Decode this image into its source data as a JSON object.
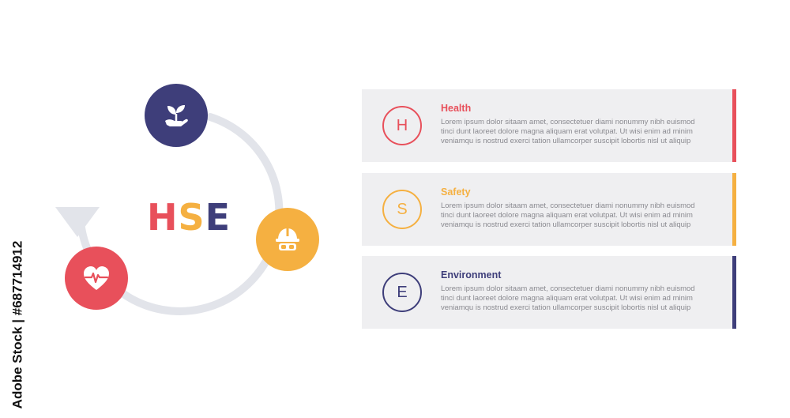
{
  "title": {
    "letters": [
      {
        "char": "H",
        "color": "#e8505b"
      },
      {
        "char": "S",
        "color": "#f5b041"
      },
      {
        "char": "E",
        "color": "#3e3e7a"
      }
    ]
  },
  "cycle": {
    "ring_color": "#e2e4ea",
    "nodes": [
      {
        "key": "environment",
        "icon": "plant-hand-icon",
        "color": "#3e3e7a"
      },
      {
        "key": "safety",
        "icon": "hard-hat-goggles-icon",
        "color": "#f5b041"
      },
      {
        "key": "health",
        "icon": "heart-pulse-icon",
        "color": "#e8505b"
      }
    ]
  },
  "cards": [
    {
      "letter": "H",
      "title": "Health",
      "color": "#e8505b",
      "body": "Lorem ipsum dolor sitaam amet, consectetuer diami nonummy  nibh euismod tinci dunt laoreet dolore magna aliquam erat volutpat. Ut wisi enim ad minim veniamqu is nostrud exerci tation ullamcorper suscipit lobortis nisl ut aliquip"
    },
    {
      "letter": "S",
      "title": "Safety",
      "color": "#f5b041",
      "body": "Lorem ipsum dolor sitaam amet, consectetuer diami nonummy  nibh euismod tinci dunt laoreet dolore magna aliquam erat volutpat. Ut wisi enim ad minim veniamqu is nostrud exerci tation ullamcorper suscipit lobortis nisl ut aliquip"
    },
    {
      "letter": "E",
      "title": "Environment",
      "color": "#3e3e7a",
      "body": "Lorem ipsum dolor sitaam amet, consectetuer diami nonummy  nibh euismod tinci dunt laoreet dolore magna aliquam erat volutpat. Ut wisi enim ad minim veniamqu is nostrud exerci tation ullamcorper suscipit lobortis nisl ut aliquip"
    }
  ],
  "stock_id": "Adobe Stock | #687714912"
}
